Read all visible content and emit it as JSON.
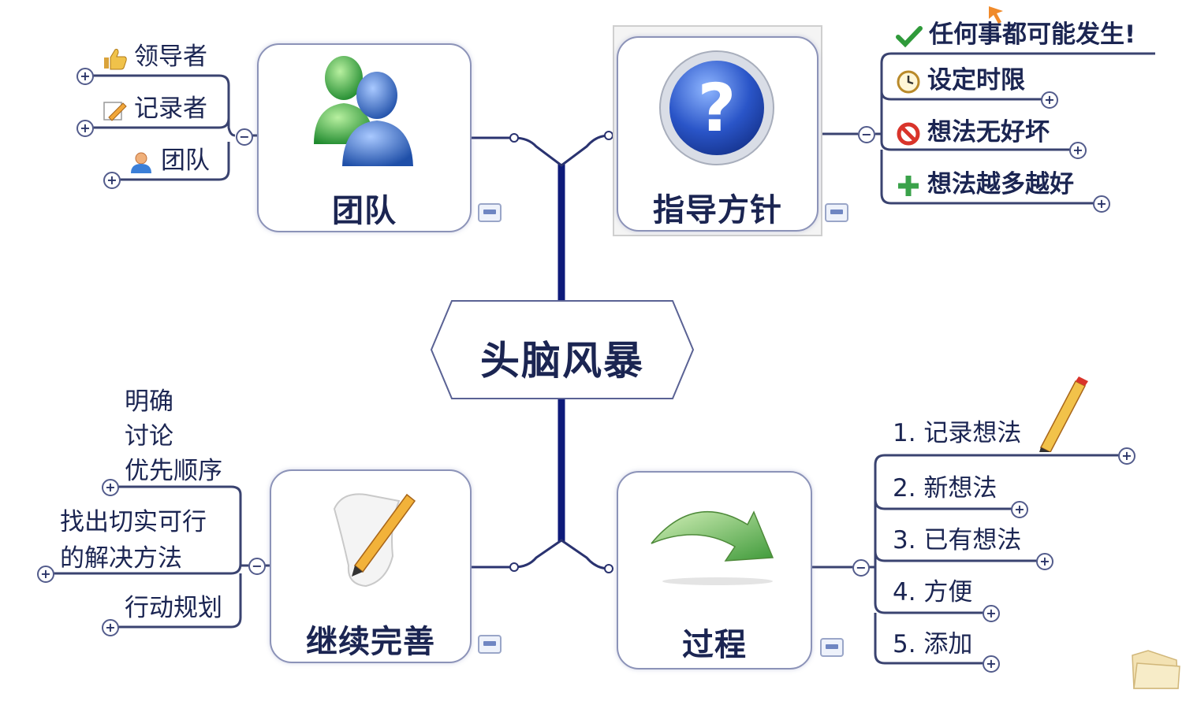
{
  "central": {
    "label": "头脑风暴"
  },
  "topics": {
    "team": {
      "label": "团队",
      "icon": "people-icon",
      "items": [
        {
          "label": "领导者",
          "icon": "thumbs-up-icon"
        },
        {
          "label": "记录者",
          "icon": "notepad-pencil-icon"
        },
        {
          "label": "团队",
          "icon": "person-icon"
        }
      ]
    },
    "guidelines": {
      "label": "指导方针",
      "icon": "question-icon",
      "items": [
        {
          "label": "任何事都可能发生!",
          "icon": "checkmark-icon"
        },
        {
          "label": "设定时限",
          "icon": "clock-icon"
        },
        {
          "label": "想法无好坏",
          "icon": "prohibited-icon"
        },
        {
          "label": "想法越多越好",
          "icon": "plus-icon"
        }
      ]
    },
    "improve": {
      "label": "继续完善",
      "icon": "paper-pencil-icon",
      "items": [
        {
          "lines": [
            "明确",
            "讨论",
            "优先顺序"
          ]
        },
        {
          "lines": [
            "找出切实可行",
            "的解决方法"
          ]
        },
        {
          "lines": [
            "行动规划"
          ]
        }
      ]
    },
    "process": {
      "label": "过程",
      "icon": "curved-arrow-icon",
      "items": [
        {
          "label": "1. 记录想法"
        },
        {
          "label": "2. 新想法"
        },
        {
          "label": "3. 已有想法"
        },
        {
          "label": "4. 方便"
        },
        {
          "label": "5. 添加"
        }
      ]
    }
  },
  "colors": {
    "trunk": "#0d1a7a",
    "line": "#3a4370",
    "accent_blue": "#2a55c8",
    "green": "#3aa24a",
    "red": "#d9342b"
  }
}
